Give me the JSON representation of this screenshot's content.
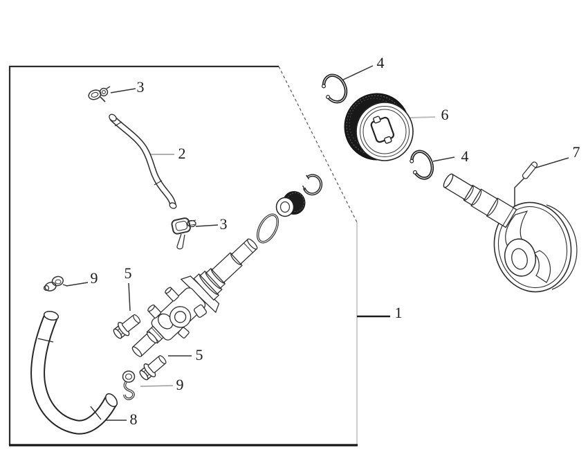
{
  "figure": {
    "type": "exploded-parts-diagram",
    "background": "#ffffff"
  },
  "colors": {
    "line": "#2c2c2c",
    "box_edge": "#2b2b2b",
    "box_right_edge": "#cfcfcf",
    "leader_dark": "#333333",
    "leader_light": "#b0b0b0",
    "knurl_dark": "#1c1c1c"
  },
  "callouts": {
    "c1": {
      "label": "1"
    },
    "c2": {
      "label": "2"
    },
    "c3a": {
      "label": "3"
    },
    "c3b": {
      "label": "3"
    },
    "c4a": {
      "label": "4"
    },
    "c4b": {
      "label": "4"
    },
    "c5a": {
      "label": "5"
    },
    "c5b": {
      "label": "5"
    },
    "c6": {
      "label": "6"
    },
    "c7": {
      "label": "7"
    },
    "c8": {
      "label": "8"
    },
    "c9a": {
      "label": "9"
    },
    "c9b": {
      "label": "9"
    }
  }
}
